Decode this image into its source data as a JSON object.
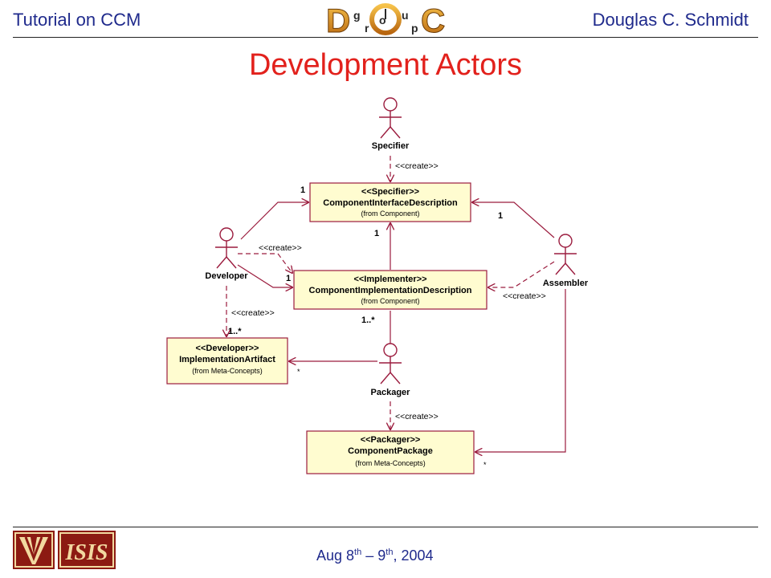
{
  "header": {
    "left": "Tutorial on CCM",
    "right": "Douglas C. Schmidt",
    "logo_letters": [
      "D",
      "g",
      "r",
      "o",
      "u",
      "p",
      "C"
    ]
  },
  "title": "Development Actors",
  "actors": {
    "specifier": "Specifier",
    "developer": "Developer",
    "assembler": "Assembler",
    "packager": "Packager"
  },
  "classes": {
    "cid": {
      "stereotype": "<<Specifier>>",
      "name": "ComponentInterfaceDescription",
      "from": "(from Component)"
    },
    "cimpl": {
      "stereotype": "<<Implementer>>",
      "name": "ComponentImplementationDescription",
      "from": "(from Component)"
    },
    "artifact": {
      "stereotype": "<<Developer>>",
      "name": "ImplementationArtifact",
      "from": "(from Meta-Concepts)"
    },
    "package": {
      "stereotype": "<<Packager>>",
      "name": "ComponentPackage",
      "from": "(from Meta-Concepts)"
    }
  },
  "labels": {
    "create_specifier": "<<create>>",
    "create_developer": "<<create>>",
    "create_developer_artifact": "<<create>>",
    "create_assembler": "<<create>>",
    "create_packager": "<<create>>"
  },
  "multiplicities": {
    "dev_cid": "1",
    "asm_cid": "1",
    "cimpl_cid": "1",
    "dev_cimpl": "1",
    "cimpl_pkg": "1..*",
    "dev_artifact": "1..*",
    "artifact_star": "*",
    "package_star": "*"
  },
  "footer": {
    "date_a": "Aug 8",
    "sup_a": "th",
    "date_b": " – 9",
    "sup_b": "th",
    "date_c": ", 2004",
    "isis_text": "ISIS"
  },
  "colors": {
    "header_text": "#1f2a8c",
    "title": "#e2211c",
    "uml_line": "#9b1c3e",
    "class_fill": "#fffcd0"
  }
}
